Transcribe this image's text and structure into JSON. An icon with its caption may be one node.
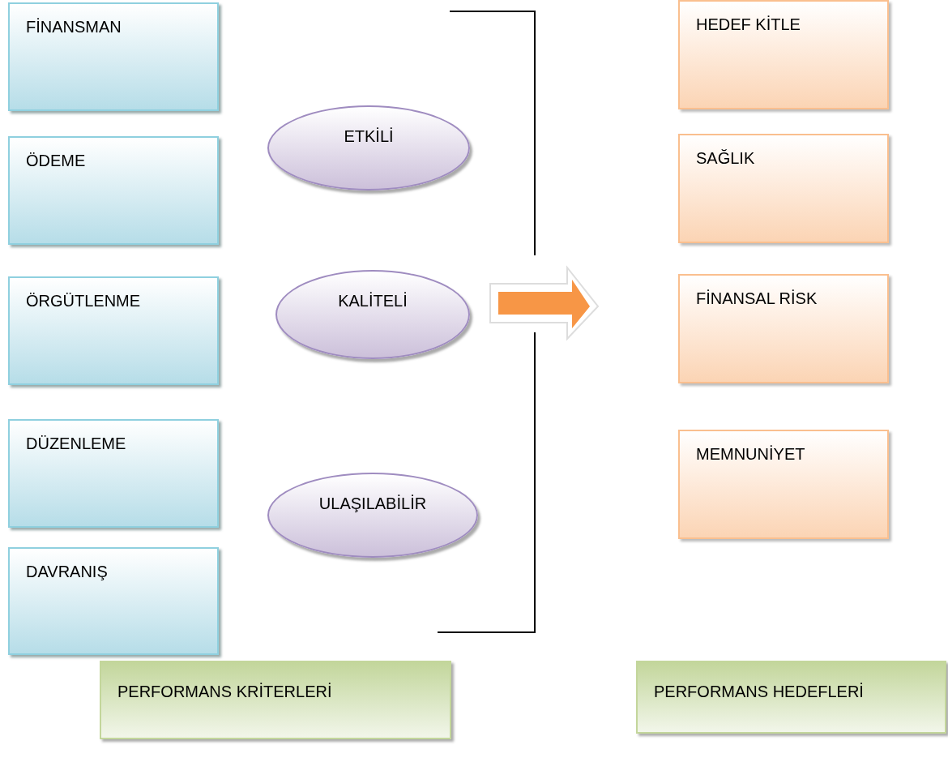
{
  "diagram": {
    "nodes": [
      {
        "text": [
          "FİNANSMAN"
        ]
      },
      {
        "text": [
          "ÖDEME"
        ]
      },
      {
        "text": [
          "ÖRGÜTLENME"
        ]
      },
      {
        "text": [
          "DÜZENLEME"
        ]
      },
      {
        "text": [
          "DAVRANIŞ"
        ]
      },
      {
        "text": [
          "ETKİLİ"
        ]
      },
      {
        "text": [
          "KALİTELİ"
        ]
      },
      {
        "text": [
          "ULAŞILABİLİR"
        ]
      },
      {
        "text": [
          "HEDEF KİTLE"
        ]
      },
      {
        "text": [
          "SAĞLIK"
        ]
      },
      {
        "text": [
          "FİNANSAL RİSK"
        ]
      },
      {
        "text": [
          "MEMNUNİYET"
        ]
      },
      {
        "text": [
          "PERFORMANS KRİTERLERİ"
        ]
      },
      {
        "text": [
          "PERFORMANS HEDEFLERİ"
        ]
      }
    ]
  }
}
